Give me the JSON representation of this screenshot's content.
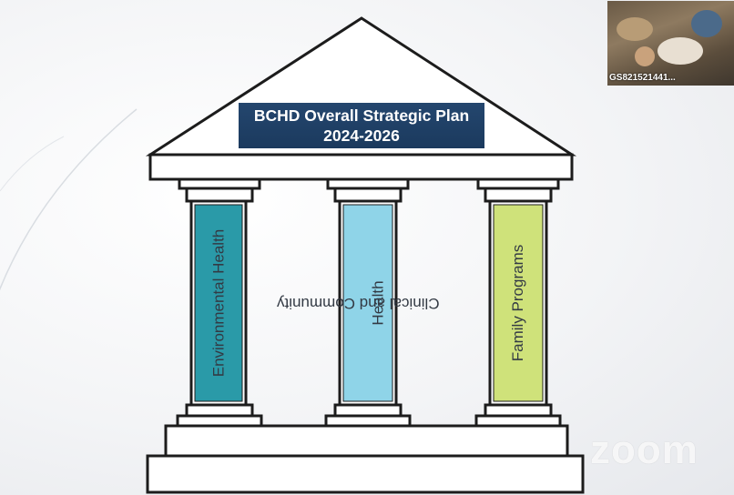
{
  "title": {
    "line1": "BCHD Overall Strategic Plan",
    "line2": "2024-2026"
  },
  "pillars": [
    {
      "label": "Environmental Health",
      "color": "#2a9aa8"
    },
    {
      "label_line1": "Clinical and Community",
      "label_line2": "Health",
      "color": "#8fd4e8"
    },
    {
      "label": "Family Programs",
      "color": "#cfe27a"
    }
  ],
  "video": {
    "participant_name": "GS821521441..."
  },
  "branding": {
    "zoom_logo": "zoom"
  },
  "colors": {
    "title_bg": "#1f4068",
    "outline": "#1c1c1c",
    "pillar_env": "#2a9aa8",
    "pillar_clinical": "#8fd4e8",
    "pillar_family": "#cfe27a"
  }
}
